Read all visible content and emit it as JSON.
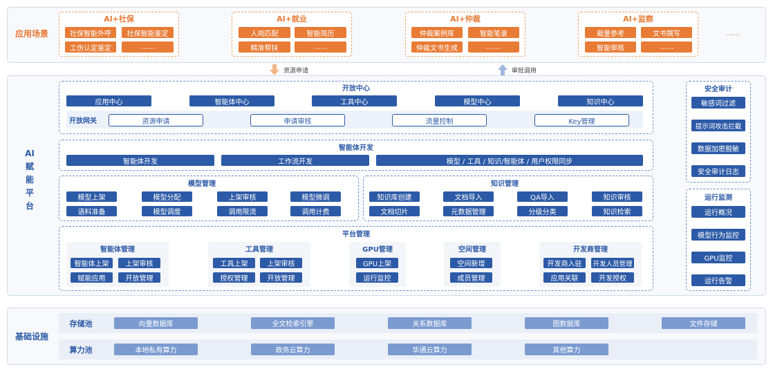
{
  "scenes": {
    "label": "应用场景",
    "groups": [
      {
        "title": "AI+社保",
        "items": [
          "社保智能外呼",
          "社保智能鉴定",
          "工伤认定鉴定",
          "……"
        ]
      },
      {
        "title": "AI+就业",
        "items": [
          "人岗匹配",
          "智能简历",
          "精准帮扶",
          "……"
        ]
      },
      {
        "title": "AI+仲裁",
        "items": [
          "仲裁案例库",
          "智能笔录",
          "仲裁文书生成",
          "……"
        ]
      },
      {
        "title": "AI+监察",
        "items": [
          "裁量参考",
          "文书撰写",
          "智能审核",
          "……"
        ]
      }
    ],
    "more": "……"
  },
  "arrows": {
    "request": "资源申请",
    "approve": "审批调用"
  },
  "platform": {
    "label": "AI赋能平台",
    "label_chars": [
      "AI",
      "赋",
      "能",
      "平",
      "台"
    ],
    "open_center": {
      "title": "开放中心",
      "centers": [
        "应用中心",
        "智能体中心",
        "工具中心",
        "模型中心",
        "知识中心"
      ],
      "gateway_label": "开放网关",
      "gateway": [
        "资源申请",
        "申请审核",
        "流量控制",
        "Key管理"
      ]
    },
    "agent_dev": {
      "title": "智能体开发",
      "items": [
        "智能体开发",
        "工作流开发",
        "模型 / 工具 / 知识/智能体 / 用户权限同步"
      ]
    },
    "model_mgmt": {
      "title": "模型管理",
      "items": [
        "模型上架",
        "模型分配",
        "上架审核",
        "模型微调",
        "语料准备",
        "模型调度",
        "调用限流",
        "调用计费"
      ]
    },
    "knowledge_mgmt": {
      "title": "知识管理",
      "items": [
        "知识库创建",
        "文档导入",
        "QA导入",
        "知识审核",
        "文档切片",
        "元数据管理",
        "分级分类",
        "知识检索"
      ]
    },
    "platform_mgmt": {
      "title": "平台管理",
      "groups": [
        {
          "title": "智能体管理",
          "items": [
            "智能体上架",
            "上架审核",
            "赋能应用",
            "开放管理"
          ]
        },
        {
          "title": "工具管理",
          "items": [
            "工具上架",
            "上架审核",
            "授权管理",
            "开放管理"
          ]
        },
        {
          "title": "GPU管理",
          "items": [
            "GPU上架",
            "运行监控"
          ]
        },
        {
          "title": "空间管理",
          "items": [
            "空间新增",
            "成员管理"
          ]
        },
        {
          "title": "开发商管理",
          "items": [
            "开发商入驻",
            "开发人员管理",
            "应用关联",
            "开发授权"
          ]
        }
      ]
    },
    "security": {
      "title": "安全审计",
      "items": [
        "敏感词过滤",
        "提示词攻击拦截",
        "数据加密脱敏",
        "安全审计日志"
      ]
    },
    "monitor": {
      "title": "运行监测",
      "items": [
        "运行概况",
        "模型行为监控",
        "GPU监控",
        "运行告警"
      ]
    }
  },
  "infra": {
    "label": "基础设施",
    "storage": {
      "label": "存储池",
      "items": [
        "向量数据库",
        "全文检索引擎",
        "关系数据库",
        "图数据库",
        "文件存储"
      ]
    },
    "compute": {
      "label": "算力池",
      "items": [
        "本地私有算力",
        "政务云算力",
        "华通云算力",
        "其他算力"
      ]
    }
  },
  "colors": {
    "orange": "#e87b35",
    "blue": "#2c5aa6",
    "light_blue": "#7b9bd0",
    "panel_bg": "#f7f9fc"
  }
}
